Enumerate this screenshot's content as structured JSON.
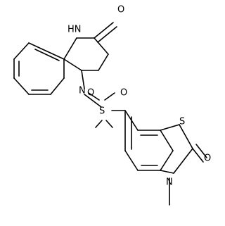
{
  "molecule": {
    "atoms": {
      "nh_top": "HN",
      "o_top": "O",
      "n_middle": "N",
      "o_sulfonyl_left": "O",
      "s_sulfonyl": "S",
      "o_sulfonyl_right": "O",
      "s_ring": "S",
      "n_bottom": "N",
      "o_bottom": "O"
    }
  }
}
